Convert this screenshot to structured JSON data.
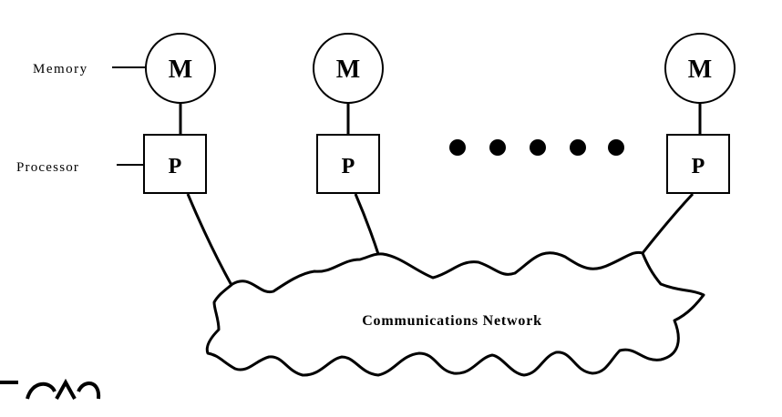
{
  "labels": {
    "memory": "Memory",
    "processor": "Processor",
    "network": "Communications Network"
  },
  "nodes": {
    "memory_letter": "M",
    "processor_letter": "P"
  },
  "ellipsis_dots": 5,
  "colors": {
    "stroke": "#000000",
    "background": "#ffffff",
    "text": "#000000"
  }
}
